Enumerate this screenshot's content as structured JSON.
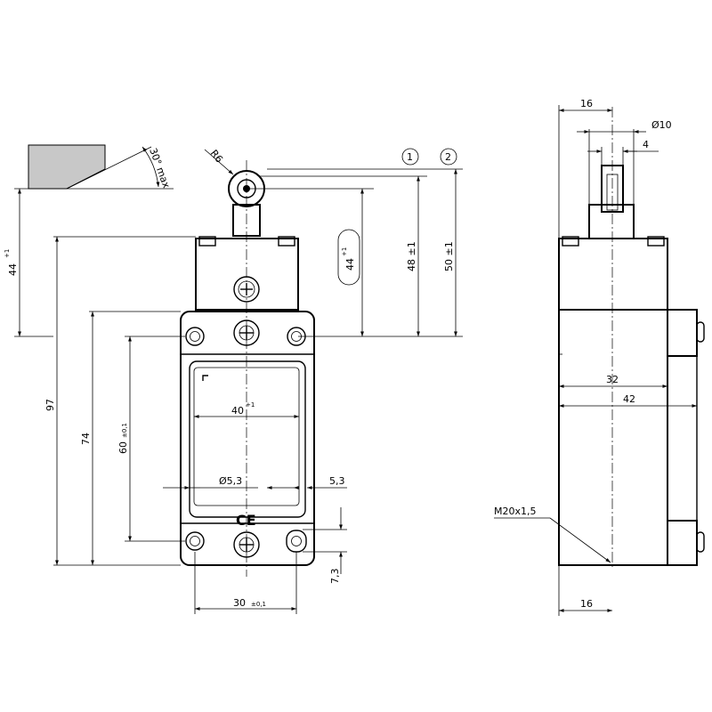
{
  "front_view": {
    "cam_angle": "30° max",
    "roller_radius": "R6",
    "marker_1": "1",
    "marker_2": "2",
    "travel_44": "44",
    "travel_44_tol": "+1",
    "slot_44": "44",
    "slot_44_tol": "+1",
    "dim_48": "48 ±1",
    "dim_50": "50 ±1",
    "dim_97": "97",
    "dim_74": "74",
    "dim_60": "60",
    "dim_60_tol": "±0,1",
    "dim_40": "40",
    "dim_40_tol": "+1",
    "hole_dia": "Ø5,3",
    "dim_5_3": "5,3",
    "dim_7_3": "7,3",
    "dim_30": "30",
    "dim_30_tol": "±0,1",
    "ce_mark": "CE"
  },
  "side_view": {
    "dim_16_top": "16",
    "dim_dia10": "Ø10",
    "dim_4": "4",
    "dim_32": "32",
    "dim_42": "42",
    "thread": "M20x1,5",
    "dim_16_bottom": "16"
  }
}
